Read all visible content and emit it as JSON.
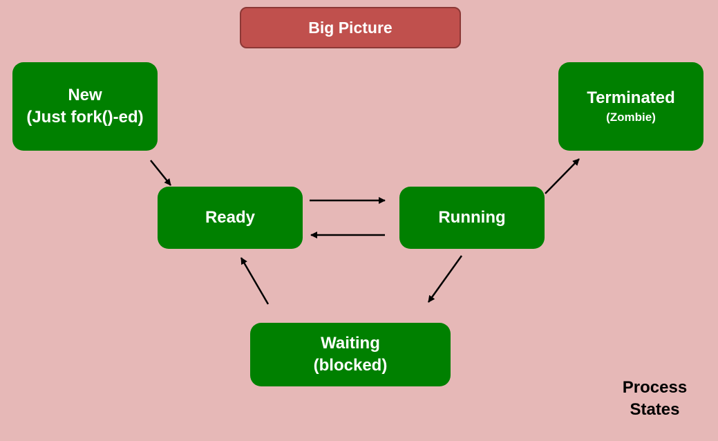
{
  "header": {
    "title": "Big Picture"
  },
  "states": {
    "new": {
      "line1": "New",
      "line2": "(Just fork()-ed)"
    },
    "ready": {
      "label": "Ready"
    },
    "running": {
      "label": "Running"
    },
    "terminated": {
      "line1": "Terminated",
      "line2": "(Zombie)"
    },
    "waiting": {
      "line1": "Waiting",
      "line2": "(blocked)"
    }
  },
  "caption": {
    "line1": "Process",
    "line2": "States"
  },
  "colors": {
    "background": "#e6b8b7",
    "title_fill": "#c0504d",
    "state_fill": "#008000",
    "text": "#ffffff",
    "arrow": "#000000"
  }
}
